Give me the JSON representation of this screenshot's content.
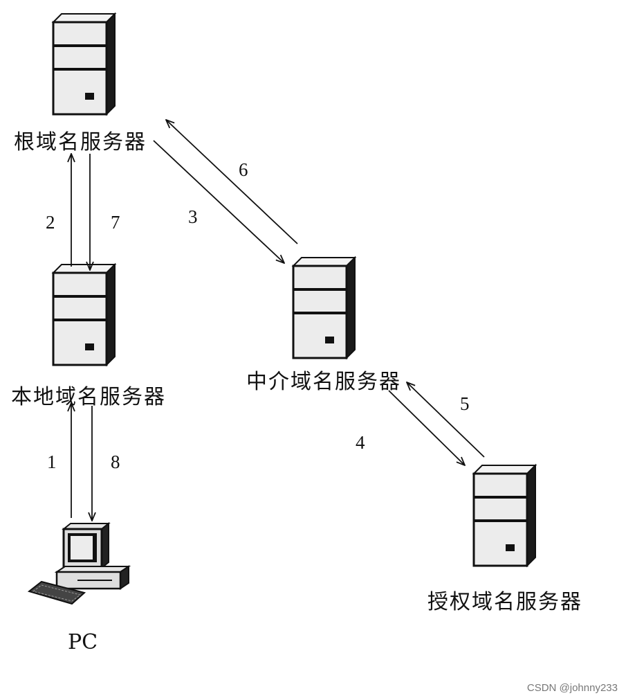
{
  "nodes": {
    "root": {
      "label": "根域名服务器"
    },
    "local": {
      "label": "本地域名服务器"
    },
    "intermediate": {
      "label": "中介域名服务器"
    },
    "authoritative": {
      "label": "授权域名服务器"
    },
    "pc": {
      "label": "PC"
    }
  },
  "steps": {
    "s1": "1",
    "s2": "2",
    "s3": "3",
    "s4": "4",
    "s5": "5",
    "s6": "6",
    "s7": "7",
    "s8": "8"
  },
  "watermark": "CSDN @johnny233"
}
